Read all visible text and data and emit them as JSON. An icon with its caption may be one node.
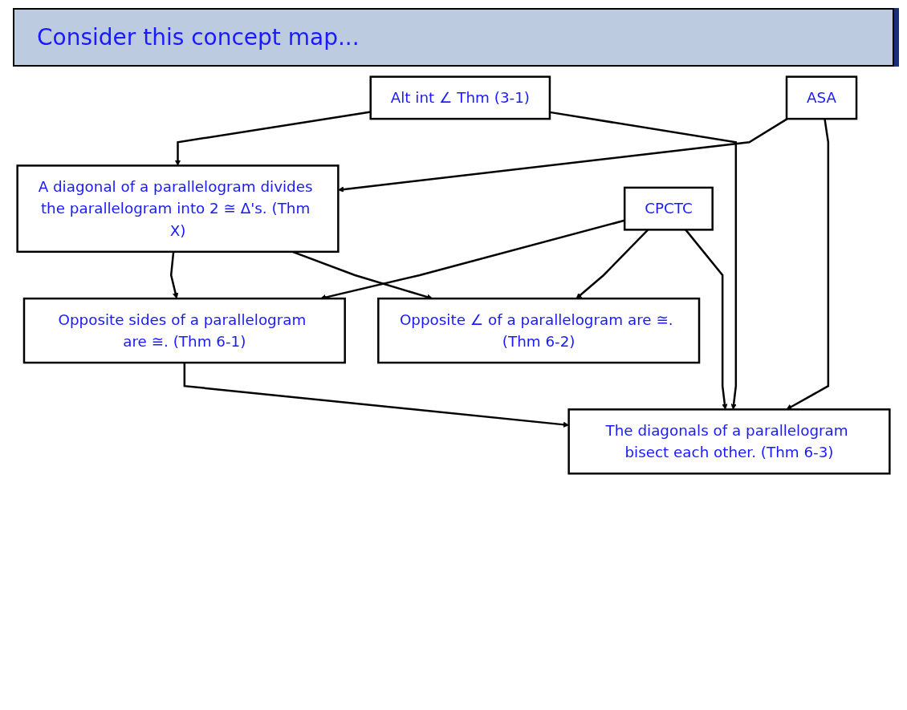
{
  "diagram": {
    "title": "Consider this concept map...",
    "nodes": [
      {
        "text": [
          "Alt int ∠ Thm (3-1)"
        ]
      },
      {
        "text": [
          "ASA"
        ]
      },
      {
        "text": [
          "A diagonal of a parallelogram divides the parallelogram into 2 ≅ Δ's. (Thm X)"
        ]
      },
      {
        "text": [
          "CPCTC"
        ]
      },
      {
        "text": [
          "Opposite sides of a parallelogram are ≅. (Thm 6-1)"
        ]
      },
      {
        "text": [
          "Opposite ∠ of a parallelogram are ≅. (Thm 6-2)"
        ]
      },
      {
        "text": [
          "The diagonals of a parallelogram bisect each other. (Thm 6-3)"
        ]
      }
    ],
    "edges": [
      {
        "from": 0,
        "to": 2,
        "arrow": "to"
      },
      {
        "from": 1,
        "to": 2,
        "arrow": "to"
      },
      {
        "from": 2,
        "to": 4,
        "arrow": "to"
      },
      {
        "from": 3,
        "to": 4,
        "arrow": "to"
      },
      {
        "from": 2,
        "to": 5,
        "arrow": "to"
      },
      {
        "from": 3,
        "to": 5,
        "arrow": "to"
      },
      {
        "from": 3,
        "to": 6,
        "arrow": "to"
      },
      {
        "from": 4,
        "to": 6,
        "arrow": "to"
      },
      {
        "from": 0,
        "to": 6,
        "arrow": "to"
      },
      {
        "from": 1,
        "to": 6,
        "arrow": "to"
      }
    ]
  }
}
